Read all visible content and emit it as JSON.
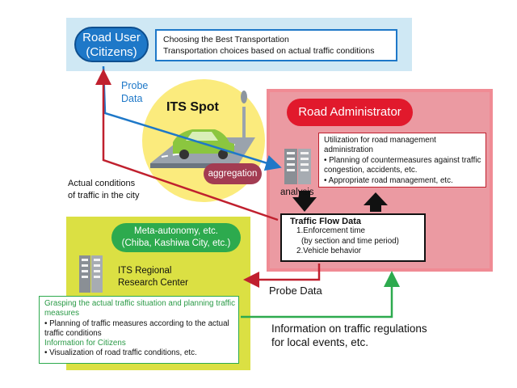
{
  "road_user": {
    "pill_line1": "Road User",
    "pill_line2": "(Citizens)",
    "box_line1": "Choosing the Best Transportation",
    "box_line2": "Transportation choices based on actual traffic conditions"
  },
  "probe_data_top": {
    "line1": "Probe",
    "line2": "Data"
  },
  "its_spot": {
    "title": "ITS Spot",
    "aggregation": "aggregation"
  },
  "road_admin": {
    "title": "Road Administrator",
    "box_title": "Utilization for road management administration",
    "items": [
      "• Planning of countermeasures against traffic congestion, accidents, etc.",
      "• Appropriate road management, etc."
    ],
    "analysis": "analysis"
  },
  "actual_conditions": {
    "line1": "Actual conditions",
    "line2": "of traffic in the city"
  },
  "traffic_flow": {
    "title": "Traffic Flow Data",
    "line1": "1.Enforcement time",
    "line2": "(by section and time period)",
    "line3": "2.Vehicle behavior"
  },
  "meta": {
    "pill_line1": "Meta-autonomy, etc.",
    "pill_line2": "(Chiba, Kashiwa City, etc.)",
    "research_line1": "ITS Regional",
    "research_line2": "Research Center"
  },
  "citizens_box": {
    "heading1": "Grasping the actual traffic situation and planning traffic measures",
    "item1": "• Planning of traffic measures according to the actual traffic conditions",
    "heading2": "Information for Citizens",
    "item2": "• Visualization of road traffic conditions, etc."
  },
  "probe_data_bottom": "Probe Data",
  "info_regulations": {
    "line1": "Information on traffic regulations",
    "line2": "for local events, etc."
  },
  "colors": {
    "blue": "#1e78c8",
    "red": "#c0202e",
    "green": "#2daa4e",
    "admin_pink": "#eb9aa2",
    "meta_yellow": "#dbe043",
    "spot_yellow": "#fbeb7d"
  }
}
